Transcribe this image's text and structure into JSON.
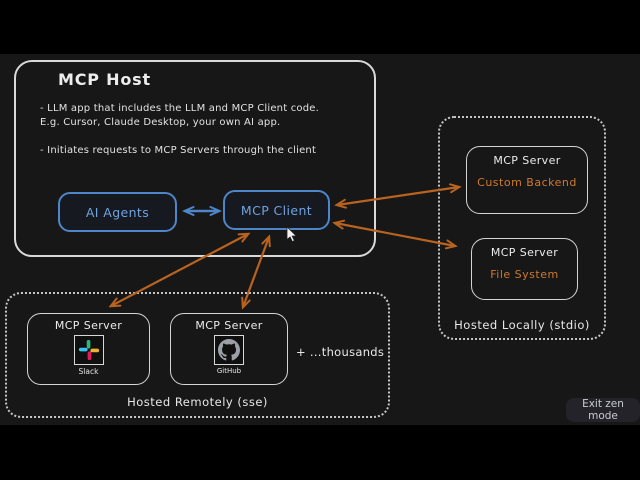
{
  "host": {
    "title": "MCP Host",
    "line1": "- LLM app that includes the LLM and MCP Client code.",
    "line2": "E.g. Cursor, Claude Desktop, your own AI app.",
    "line3": "- Initiates requests to MCP Servers through the client",
    "ai_agents_label": "AI Agents",
    "mcp_client_label": "MCP Client"
  },
  "local_group": {
    "label": "Hosted Locally (stdio)",
    "servers": [
      {
        "title": "MCP Server",
        "subtitle": "Custom Backend"
      },
      {
        "title": "MCP Server",
        "subtitle": "File System"
      }
    ]
  },
  "remote_group": {
    "label": "Hosted Remotely (sse)",
    "servers": [
      {
        "title": "MCP Server",
        "icon": "slack-icon",
        "caption": "Slack"
      },
      {
        "title": "MCP Server",
        "icon": "github-icon",
        "caption": "GitHub"
      }
    ],
    "more_text": "+ ...thousands"
  },
  "zen_button": {
    "label": "Exit zen mode"
  },
  "colors": {
    "canvas_bg": "#171717",
    "letterbox": "#000000",
    "stroke_white": "#d9d9d9",
    "accent_blue": "#4e86c9",
    "arrow_orange": "#b96320",
    "orange_text": "#cf7a2e",
    "slack_blue": "#36C5F0",
    "slack_green": "#2EB67D",
    "slack_yellow": "#ECB22E",
    "slack_red": "#E01E5A"
  }
}
